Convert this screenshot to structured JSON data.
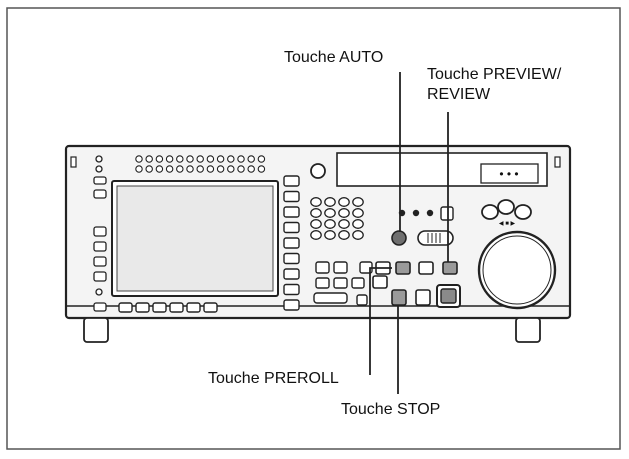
{
  "labels": {
    "auto": "Touche AUTO",
    "preview_line1": "Touche PREVIEW/",
    "preview_line2": "REVIEW",
    "preroll": "Touche PREROLL",
    "stop": "Touche STOP"
  },
  "display_dots": "• • •",
  "icons": {
    "jog_arrows": "◀ ■ ▶"
  },
  "colors": {
    "frame": "#555555",
    "line": "#222222",
    "callout_fill": "#9a9a9a",
    "panel": "#f4f4f4",
    "screen": "#e9e9e9"
  }
}
